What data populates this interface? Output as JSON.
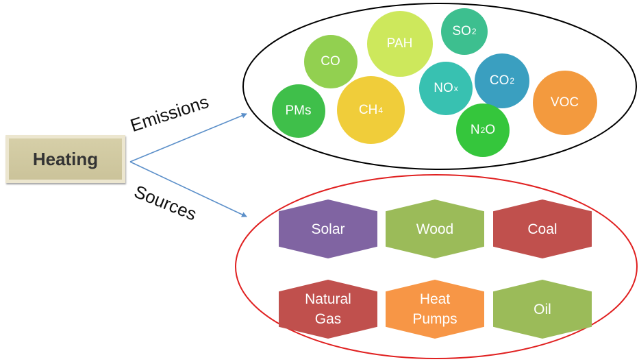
{
  "center_node": {
    "label": "Heating"
  },
  "branches": {
    "emissions_label": "Emissions",
    "sources_label": "Sources"
  },
  "emissions": [
    {
      "label": "CO",
      "sub": "",
      "color": "#92d050"
    },
    {
      "label": "PAH",
      "sub": "",
      "color": "#cde85c"
    },
    {
      "label": "SO",
      "sub": "2",
      "color": "#3dbf8f"
    },
    {
      "label": "PMs",
      "sub": "",
      "color": "#3fbf4a"
    },
    {
      "label": "CH",
      "sub": "4",
      "color": "#f0cd3a"
    },
    {
      "label": "NO",
      "sub": "x",
      "color": "#38c1b1"
    },
    {
      "label": "CO",
      "sub": "2",
      "color": "#3a9fc0"
    },
    {
      "label": "VOC",
      "sub": "",
      "color": "#f39a3e"
    },
    {
      "label": "N",
      "sub": "2",
      "tail": "O",
      "color": "#35c63c"
    }
  ],
  "sources": [
    {
      "label": "Solar",
      "color": "#8064a2"
    },
    {
      "label": "Wood",
      "color": "#9bbb59"
    },
    {
      "label": "Coal",
      "color": "#c0504d"
    },
    {
      "label": "Natural Gas",
      "color": "#c0504d"
    },
    {
      "label": "Heat Pumps",
      "color": "#f79646"
    },
    {
      "label": "Oil",
      "color": "#9bbb59"
    }
  ],
  "colors": {
    "emissions_outline": "#000000",
    "sources_outline": "#e02020",
    "arrow": "#5b8fc9"
  }
}
